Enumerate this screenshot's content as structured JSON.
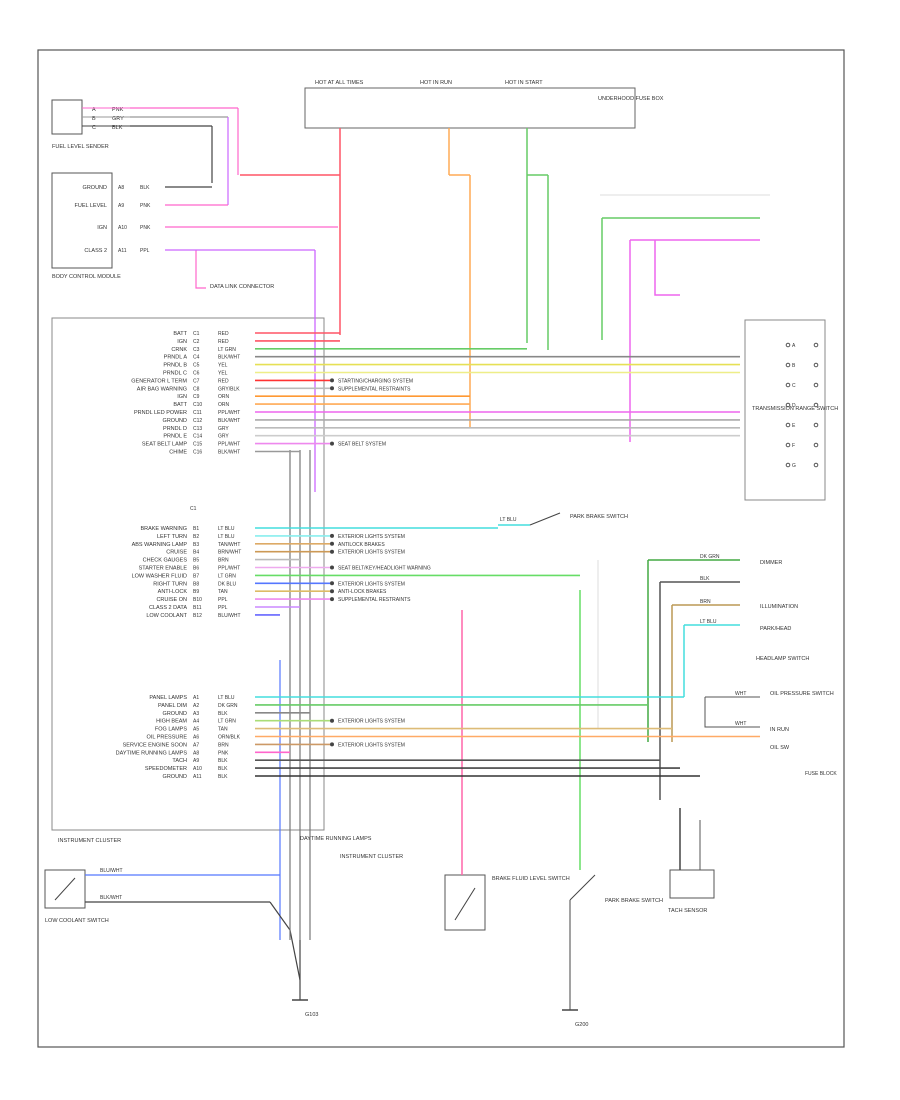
{
  "title": "",
  "colors": {
    "frame": "#555555",
    "text": "#333333",
    "wire_black": "#444444"
  },
  "cluster": {
    "label": "INSTRUMENT CLUSTER",
    "connector_id": "C1"
  },
  "top_fuses": {
    "box_label": "UNDERHOOD FUSE BOX",
    "fuse_labels": [
      "HOT AT ALL TIMES",
      "HOT IN RUN",
      "HOT IN START"
    ]
  },
  "fuel_sender": {
    "label": "FUEL LEVEL SENDER",
    "pins": [
      {
        "num": "A",
        "color": "PNK",
        "swatch": "#ff66cc"
      },
      {
        "num": "B",
        "color": "GRY",
        "swatch": "#999999"
      },
      {
        "num": "C",
        "color": "BLK",
        "swatch": "#444444"
      }
    ]
  },
  "body_control": {
    "label": "BODY CONTROL MODULE",
    "pins": [
      {
        "label": "GROUND",
        "num": "A8",
        "color": "BLK",
        "swatch": "#444444"
      },
      {
        "label": "FUEL LEVEL",
        "num": "A9",
        "color": "PNK",
        "swatch": "#ff66cc"
      },
      {
        "label": "IGN",
        "num": "A10",
        "color": "PNK",
        "swatch": "#ff66cc"
      },
      {
        "label": "CLASS 2",
        "num": "A11",
        "color": "PPL",
        "swatch": "#cc66ff"
      }
    ],
    "ref": "DATA LINK CONNECTOR"
  },
  "cluster_group1": [
    {
      "label": "BATT",
      "num": "C1",
      "color": "RED",
      "swatch": "#ff5566",
      "ref": "",
      "right_label": ""
    },
    {
      "label": "IGN",
      "num": "C2",
      "color": "RED",
      "swatch": "#ff5566",
      "ref": "",
      "right_label": ""
    },
    {
      "label": "CRNK",
      "num": "C3",
      "color": "LT GRN",
      "swatch": "#66cc66",
      "ref": "",
      "right_label": ""
    },
    {
      "label": "PRNDL A",
      "num": "C4",
      "color": "BLK/WHT",
      "swatch": "#888888",
      "ref": "",
      "right_label": ""
    },
    {
      "label": "PRNDL B",
      "num": "C5",
      "color": "YEL",
      "swatch": "#e6e055",
      "ref": "",
      "right_label": ""
    },
    {
      "label": "PRNDL C",
      "num": "C6",
      "color": "YEL",
      "swatch": "#eeee88",
      "ref": "",
      "right_label": ""
    },
    {
      "label": "GENERATOR L TERM",
      "num": "C7",
      "color": "RED",
      "swatch": "#ff3333",
      "ref": "STARTING/CHARGING SYSTEM",
      "right_label": ""
    },
    {
      "label": "AIR BAG WARNING",
      "num": "C8",
      "color": "GRY/BLK",
      "swatch": "#bbbbbb",
      "ref": "SUPPLEMENTAL RESTRAINTS",
      "right_label": ""
    },
    {
      "label": "IGN",
      "num": "C9",
      "color": "ORN",
      "swatch": "#ff9933",
      "ref": "",
      "right_label": ""
    },
    {
      "label": "BATT",
      "num": "C10",
      "color": "ORN",
      "swatch": "#ffaa55",
      "ref": "",
      "right_label": ""
    },
    {
      "label": "PRNDL LED POWER",
      "num": "C11",
      "color": "PPL/WHT",
      "swatch": "#ee66ee",
      "ref": "",
      "right_label": ""
    },
    {
      "label": "GROUND",
      "num": "C12",
      "color": "BLK/WHT",
      "swatch": "#aaaaaa",
      "ref": "",
      "right_label": ""
    },
    {
      "label": "PRNDL D",
      "num": "C13",
      "color": "GRY",
      "swatch": "#bbbbbb",
      "ref": "",
      "right_label": ""
    },
    {
      "label": "PRNDL E",
      "num": "C14",
      "color": "GRY",
      "swatch": "#cccccc",
      "ref": "",
      "right_label": ""
    },
    {
      "label": "SEAT BELT LAMP",
      "num": "C15",
      "color": "PPL/WHT",
      "swatch": "#ee88ee",
      "ref": "SEAT BELT SYSTEM",
      "right_label": ""
    },
    {
      "label": "CHIME",
      "num": "C16",
      "color": "BLK/WHT",
      "swatch": "#999999",
      "ref": "",
      "right_label": ""
    }
  ],
  "prndl_switch": {
    "label": "TRANSMISSION RANGE SWITCH",
    "pins": [
      "A",
      "B",
      "C",
      "D",
      "E",
      "F",
      "G"
    ]
  },
  "cluster_group2": [
    {
      "label": "BRAKE WARNING",
      "num": "B1",
      "color": "LT BLU",
      "swatch": "#44dddd",
      "ref": ""
    },
    {
      "label": "LEFT TURN",
      "num": "B2",
      "color": "LT BLU",
      "swatch": "#88eeee",
      "ref": "EXTERIOR LIGHTS SYSTEM"
    },
    {
      "label": "ABS WARNING LAMP",
      "num": "B3",
      "color": "TAN/WHT",
      "swatch": "#ddaa66",
      "ref": "ANTILOCK BRAKES"
    },
    {
      "label": "CRUISE",
      "num": "B4",
      "color": "BRN/WHT",
      "swatch": "#cc9955",
      "ref": "EXTERIOR LIGHTS SYSTEM"
    },
    {
      "label": "CHECK GAUGES",
      "num": "B5",
      "color": "BRN",
      "swatch": "#bbbbbb",
      "ref": ""
    },
    {
      "label": "STARTER ENABLE",
      "num": "B6",
      "color": "PPL/WHT",
      "swatch": "#eeaaee",
      "ref": "SEAT BELT/KEY/HEADLIGHT WARNING"
    },
    {
      "label": "LOW WASHER FLUID",
      "num": "B7",
      "color": "LT GRN",
      "swatch": "#66dd66",
      "ref": ""
    },
    {
      "label": "RIGHT TURN",
      "num": "B8",
      "color": "DK BLU",
      "swatch": "#5577ff",
      "ref": "EXTERIOR LIGHTS SYSTEM"
    },
    {
      "label": "ANTI-LOCK",
      "num": "B9",
      "color": "TAN",
      "swatch": "#ddbb66",
      "ref": "ANTI-LOCK BRAKES"
    },
    {
      "label": "CRUISE ON",
      "num": "B10",
      "color": "PPL",
      "swatch": "#ee88ee",
      "ref": "SUPPLEMENTAL RESTRAINTS"
    },
    {
      "label": "CLASS 2 DATA",
      "num": "B11",
      "color": "PPL",
      "swatch": "#cc88ff",
      "ref": ""
    },
    {
      "label": "LOW COOLANT",
      "num": "B12",
      "color": "BLU/WHT",
      "swatch": "#6666ff",
      "ref": ""
    }
  ],
  "brake_switch": {
    "label": "PARK BRAKE SWITCH",
    "wire_color": "LT BLU"
  },
  "headlamp_switch": {
    "label": "HEADLAMP SWITCH",
    "pins": [
      {
        "label": "DIMMER",
        "color": "DK GRN",
        "swatch": "#44aa44"
      },
      {
        "label": "",
        "color": "BLK",
        "swatch": "#555555"
      },
      {
        "label": "ILLUMINATION",
        "color": "BRN",
        "swatch": "#bb9955"
      },
      {
        "label": "PARK/HEAD",
        "color": "LT BLU",
        "swatch": "#44dddd"
      }
    ]
  },
  "cluster_group3": [
    {
      "label": "PANEL LAMPS",
      "num": "A1",
      "color": "LT BLU",
      "swatch": "#44dddd",
      "ref": ""
    },
    {
      "label": "PANEL DIM",
      "num": "A2",
      "color": "DK GRN",
      "swatch": "#66cc66",
      "ref": ""
    },
    {
      "label": "GROUND",
      "num": "A3",
      "color": "BLK",
      "swatch": "#888888",
      "ref": ""
    },
    {
      "label": "HIGH BEAM",
      "num": "A4",
      "color": "LT GRN",
      "swatch": "#aadd77",
      "ref": "EXTERIOR LIGHTS SYSTEM"
    },
    {
      "label": "FOG LAMPS",
      "num": "A5",
      "color": "TAN",
      "swatch": "#ddbb77",
      "ref": ""
    },
    {
      "label": "OIL PRESSURE",
      "num": "A6",
      "color": "ORN/BLK",
      "swatch": "#ffaa66",
      "ref": ""
    },
    {
      "label": "SERVICE ENGINE SOON",
      "num": "A7",
      "color": "BRN",
      "swatch": "#cc9966",
      "ref": "EXTERIOR LIGHTS SYSTEM"
    },
    {
      "label": "DAYTIME RUNNING LAMPS",
      "num": "A8",
      "color": "PNK",
      "swatch": "#ff66cc",
      "ref": ""
    },
    {
      "label": "TACH",
      "num": "A9",
      "color": "BLK",
      "swatch": "#555555",
      "ref": ""
    },
    {
      "label": "SPEEDOMETER",
      "num": "A10",
      "color": "BLK",
      "swatch": "#444444",
      "ref": ""
    },
    {
      "label": "GROUND",
      "num": "A11",
      "color": "BLK",
      "swatch": "#333333",
      "ref": ""
    }
  ],
  "oil_switch": {
    "label": "OIL PRESSURE SWITCH",
    "pins": [
      {
        "label": "",
        "color": "WHT",
        "swatch": "#888888"
      },
      {
        "label": "",
        "color": "WHT",
        "swatch": "#888888"
      }
    ],
    "right_labels": [
      "IN RUN",
      "OIL SW"
    ]
  },
  "bottom": {
    "left_switch_label": "LOW COOLANT SWITCH",
    "left_wires": [
      "BLU/WHT",
      "BLK/WHT"
    ],
    "ground1_label": "G103",
    "brake_switch_label": "BRAKE FLUID LEVEL SWITCH",
    "ground2_label": "G200",
    "park_brake_label": "PARK BRAKE SWITCH",
    "tach_label": "TACH SENSOR",
    "note1": "DAYTIME RUNNING LAMPS",
    "note2": "FUSE BLOCK",
    "note3": "INSTRUMENT CLUSTER"
  },
  "footer": "",
  "legend": ""
}
